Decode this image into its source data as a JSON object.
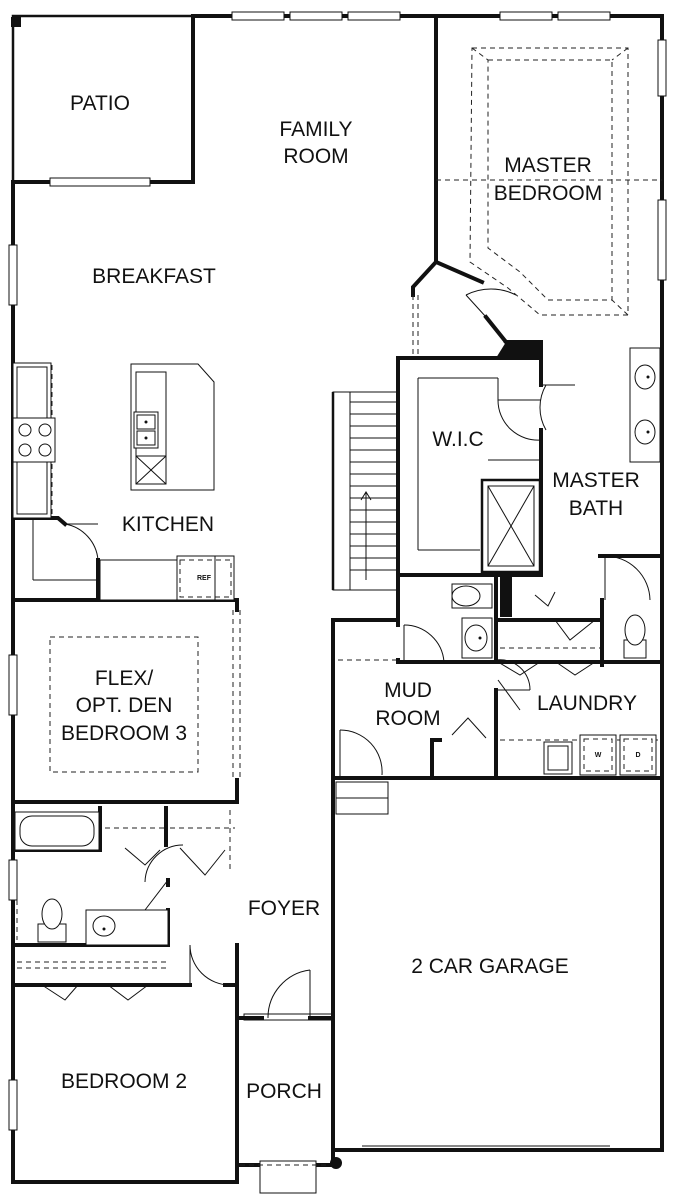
{
  "rooms": {
    "patio": "PATIO",
    "family_room": [
      "FAMILY",
      "ROOM"
    ],
    "master_bedroom": [
      "MASTER",
      "BEDROOM"
    ],
    "breakfast": "BREAKFAST",
    "wic": "W.I.C",
    "master_bath": [
      "MASTER",
      "BATH"
    ],
    "kitchen": "KITCHEN",
    "flex": [
      "FLEX/",
      "OPT. DEN",
      "BEDROOM 3"
    ],
    "mud_room": [
      "MUD",
      "ROOM"
    ],
    "laundry": "LAUNDRY",
    "foyer": "FOYER",
    "garage": "2 CAR GARAGE",
    "bedroom2": "BEDROOM 2",
    "porch": "PORCH"
  },
  "appliances": {
    "refrigerator": "REF",
    "washer": "W",
    "dryer": "D"
  }
}
